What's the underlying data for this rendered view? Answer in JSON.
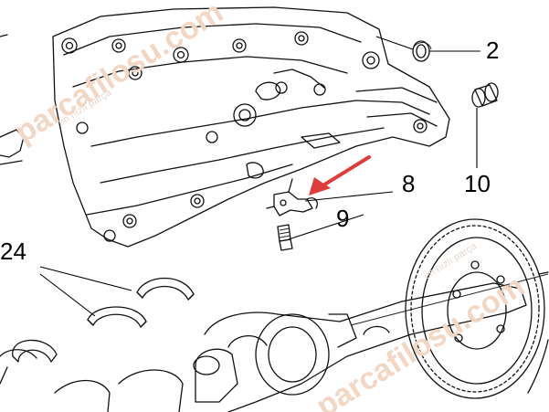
{
  "callouts": [
    {
      "id": "2",
      "label": "2"
    },
    {
      "id": "8",
      "label": "8"
    },
    {
      "id": "9",
      "label": "9"
    },
    {
      "id": "10",
      "label": "10"
    },
    {
      "id": "24",
      "label": "24"
    }
  ],
  "watermark": {
    "brand": "parcafilosu.com",
    "tagline": "en hızlı parça"
  },
  "colors": {
    "line": "#111111",
    "arrow": "#e03c3c",
    "watermark": "#f2d7c4"
  }
}
